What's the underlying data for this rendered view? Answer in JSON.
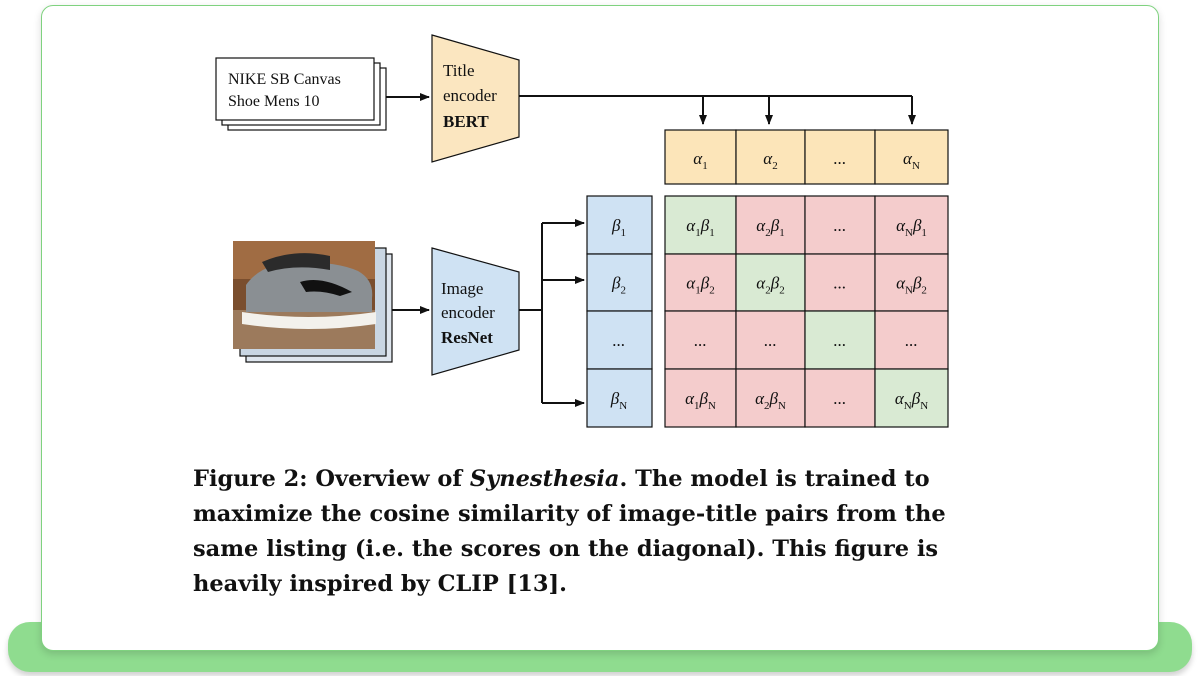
{
  "diagram": {
    "title_input_line1": "NIKE SB Canvas",
    "title_input_line2": "Shoe Mens 10",
    "title_encoder_line1": "Title",
    "title_encoder_line2": "encoder",
    "title_encoder_model": "BERT",
    "image_encoder_line1": "Image",
    "image_encoder_line2": "encoder",
    "image_encoder_model": "ResNet",
    "alpha_headers": [
      {
        "sym": "α",
        "sub": "1"
      },
      {
        "sym": "α",
        "sub": "2"
      },
      {
        "sym": "...",
        "sub": ""
      },
      {
        "sym": "α",
        "sub": "N"
      }
    ],
    "beta_column": [
      {
        "sym": "β",
        "sub": "1"
      },
      {
        "sym": "β",
        "sub": "2"
      },
      {
        "sym": "...",
        "sub": ""
      },
      {
        "sym": "β",
        "sub": "N"
      }
    ],
    "matrix": [
      [
        [
          "α",
          "1",
          "β",
          "1"
        ],
        [
          "α",
          "2",
          "β",
          "1"
        ],
        [
          "...",
          "",
          "",
          ""
        ],
        [
          "α",
          "N",
          "β",
          "1"
        ]
      ],
      [
        [
          "α",
          "1",
          "β",
          "2"
        ],
        [
          "α",
          "2",
          "β",
          "2"
        ],
        [
          "...",
          "",
          "",
          ""
        ],
        [
          "α",
          "N",
          "β",
          "2"
        ]
      ],
      [
        [
          "...",
          "",
          "",
          ""
        ],
        [
          "...",
          "",
          "",
          ""
        ],
        [
          "...",
          "",
          "",
          ""
        ],
        [
          "...",
          "",
          "",
          ""
        ]
      ],
      [
        [
          "α",
          "1",
          "β",
          "N"
        ],
        [
          "α",
          "2",
          "β",
          "N"
        ],
        [
          "...",
          "",
          "",
          ""
        ],
        [
          "α",
          "N",
          "β",
          "N"
        ]
      ]
    ],
    "colors": {
      "encoder_fill": "#fbe6c0",
      "image_encoder_fill": "#cfe2f3",
      "alpha_fill": "#fce5b9",
      "beta_fill": "#cfe2f3",
      "diag_fill": "#d9ead3",
      "offdiag_fill": "#f4cccc"
    }
  },
  "caption": {
    "label": "Figure 2: Overview of ",
    "name": "Synesthesia",
    "rest1": ". The model is trained to maximize the cosine similarity of image-title pairs from the same listing (i.e. the scores on the diagonal). This figure is heavily inspired by ",
    "rest2": "CLIP [13]."
  }
}
